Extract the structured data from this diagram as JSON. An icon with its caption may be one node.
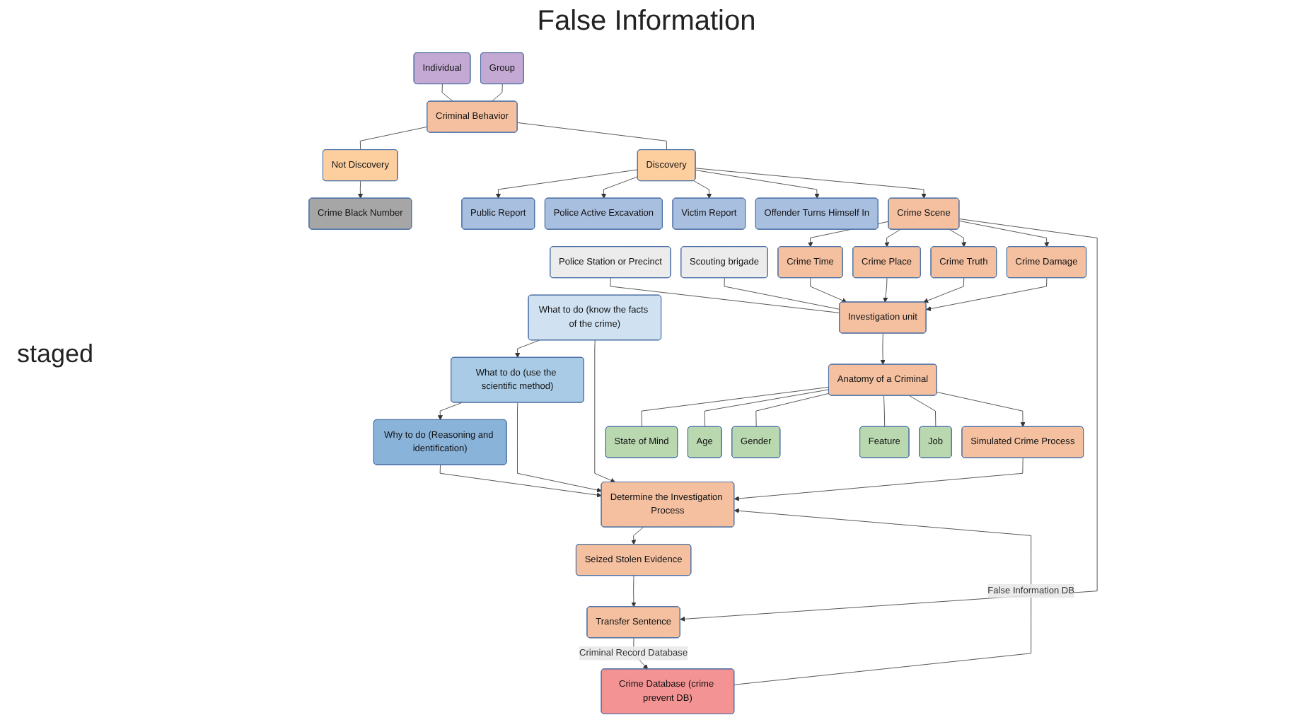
{
  "diagram": {
    "title": "False Information",
    "nodes": [
      {
        "text": [
          "Individual"
        ]
      },
      {
        "text": [
          "Group"
        ]
      },
      {
        "text": [
          "Criminal Behavior"
        ]
      },
      {
        "text": [
          "Not Discovery"
        ]
      },
      {
        "text": [
          "Crime Black Number"
        ]
      },
      {
        "text": [
          "Discovery"
        ]
      },
      {
        "text": [
          "Public Report"
        ]
      },
      {
        "text": [
          "Police Active Excavation"
        ]
      },
      {
        "text": [
          "Victim Report"
        ]
      },
      {
        "text": [
          "Offender Turns Himself In"
        ]
      },
      {
        "text": [
          "Crime Scene"
        ]
      },
      {
        "text": [
          "Crime Time"
        ]
      },
      {
        "text": [
          "Crime Place"
        ]
      },
      {
        "text": [
          "Crime Truth"
        ]
      },
      {
        "text": [
          "Crime Damage"
        ]
      },
      {
        "text": [
          "Police Station or Precinct"
        ]
      },
      {
        "text": [
          "Investigation unit"
        ]
      },
      {
        "text": [
          "Scouting brigade"
        ]
      },
      {
        "text": [
          "State of Mind"
        ]
      },
      {
        "text": [
          "Age"
        ]
      },
      {
        "text": [
          "Anatomy of a Criminal"
        ]
      },
      {
        "text": [
          "Gender"
        ]
      },
      {
        "text": [
          "What to do (know the facts of the crime)"
        ]
      },
      {
        "text": [
          "Simulated Crime Process"
        ]
      },
      {
        "text": [
          "Feature"
        ]
      },
      {
        "text": [
          "Job"
        ]
      },
      {
        "text": [
          "What to do (use the scientific method)"
        ]
      },
      {
        "text": [
          "Determine the Investigation Process"
        ]
      },
      {
        "text": [
          "Seized Stolen Evidence"
        ]
      },
      {
        "text": [
          "Crime Database (crime prevent DB)"
        ]
      },
      {
        "text": [
          "Why to do (Reasoning and identification)"
        ]
      },
      {
        "text": [
          "Transfer Sentence"
        ]
      }
    ],
    "edges": [
      {
        "from": 0,
        "to": 2,
        "arrow": "none"
      },
      {
        "from": 1,
        "to": 2,
        "arrow": "none"
      },
      {
        "from": 2,
        "to": 3,
        "arrow": "none"
      },
      {
        "from": 2,
        "to": 5,
        "arrow": "none"
      },
      {
        "from": 3,
        "to": 4,
        "arrow": "to"
      },
      {
        "from": 5,
        "to": 6,
        "arrow": "to"
      },
      {
        "from": 5,
        "to": 7,
        "arrow": "to"
      },
      {
        "from": 5,
        "to": 8,
        "arrow": "to"
      },
      {
        "from": 5,
        "to": 9,
        "arrow": "to"
      },
      {
        "from": 5,
        "to": 10,
        "arrow": "to"
      },
      {
        "from": 10,
        "to": 11,
        "arrow": "to"
      },
      {
        "from": 10,
        "to": 12,
        "arrow": "to"
      },
      {
        "from": 10,
        "to": 13,
        "arrow": "to"
      },
      {
        "from": 10,
        "to": 14,
        "arrow": "to"
      },
      {
        "from": 11,
        "to": 16,
        "arrow": "to"
      },
      {
        "from": 12,
        "to": 16,
        "arrow": "to"
      },
      {
        "from": 13,
        "to": 16,
        "arrow": "to"
      },
      {
        "from": 14,
        "to": 16,
        "arrow": "to"
      },
      {
        "from": 15,
        "to": 16,
        "arrow": "none"
      },
      {
        "from": 17,
        "to": 16,
        "arrow": "none"
      },
      {
        "from": 16,
        "to": 20,
        "arrow": "to"
      },
      {
        "from": 20,
        "to": 18,
        "arrow": "none"
      },
      {
        "from": 20,
        "to": 19,
        "arrow": "none"
      },
      {
        "from": 20,
        "to": 21,
        "arrow": "none"
      },
      {
        "from": 20,
        "to": 24,
        "arrow": "none"
      },
      {
        "from": 20,
        "to": 25,
        "arrow": "none"
      },
      {
        "from": 20,
        "to": 23,
        "arrow": "to"
      },
      {
        "from": 23,
        "to": 27,
        "arrow": "to"
      },
      {
        "from": 22,
        "to": 26,
        "arrow": "to"
      },
      {
        "from": 26,
        "to": 30,
        "arrow": "to"
      },
      {
        "from": 22,
        "to": 27,
        "arrow": "to"
      },
      {
        "from": 26,
        "to": 27,
        "arrow": "to"
      },
      {
        "from": 30,
        "to": 27,
        "arrow": "to"
      },
      {
        "from": 27,
        "to": 28,
        "arrow": "to"
      },
      {
        "from": 28,
        "to": 31,
        "arrow": "to"
      },
      {
        "from": 10,
        "to": 31,
        "arrow": "to"
      },
      {
        "from": 31,
        "to": 29,
        "label": "Criminal Record Database",
        "arrow": "to"
      },
      {
        "from": 29,
        "to": 27,
        "label": "False Information DB",
        "arrow": "to"
      }
    ],
    "labels": [
      "staged"
    ]
  }
}
